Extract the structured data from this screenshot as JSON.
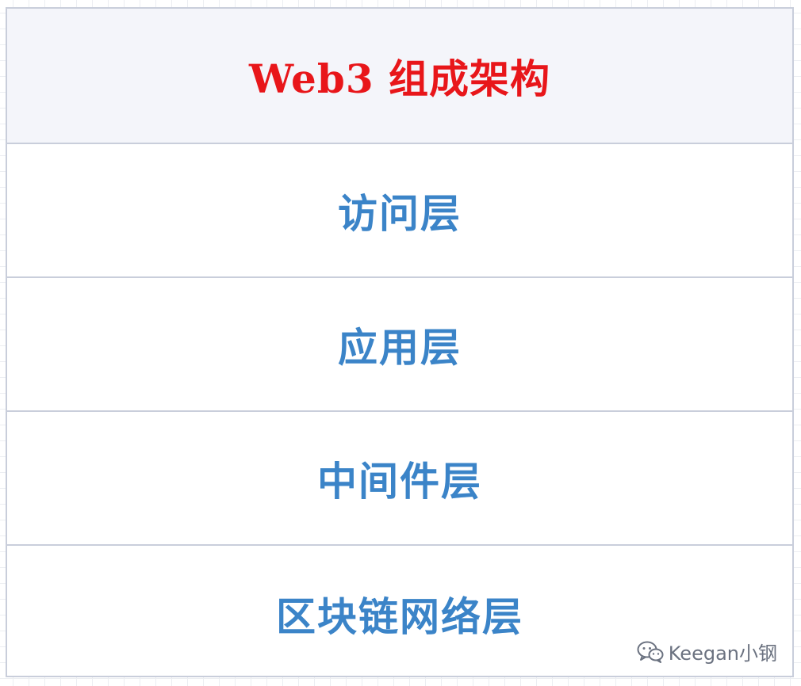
{
  "diagram": {
    "title": "Web3 组成架构",
    "layers": [
      {
        "label": "访问层"
      },
      {
        "label": "应用层"
      },
      {
        "label": "中间件层"
      },
      {
        "label": "区块链网络层"
      }
    ]
  },
  "watermark": {
    "icon": "wechat-icon",
    "text": "Keegan小钢"
  },
  "colors": {
    "title": "#e8161a",
    "layer_text": "#3b84c8",
    "border": "#c9cedb",
    "header_bg": "#f4f5fa"
  }
}
